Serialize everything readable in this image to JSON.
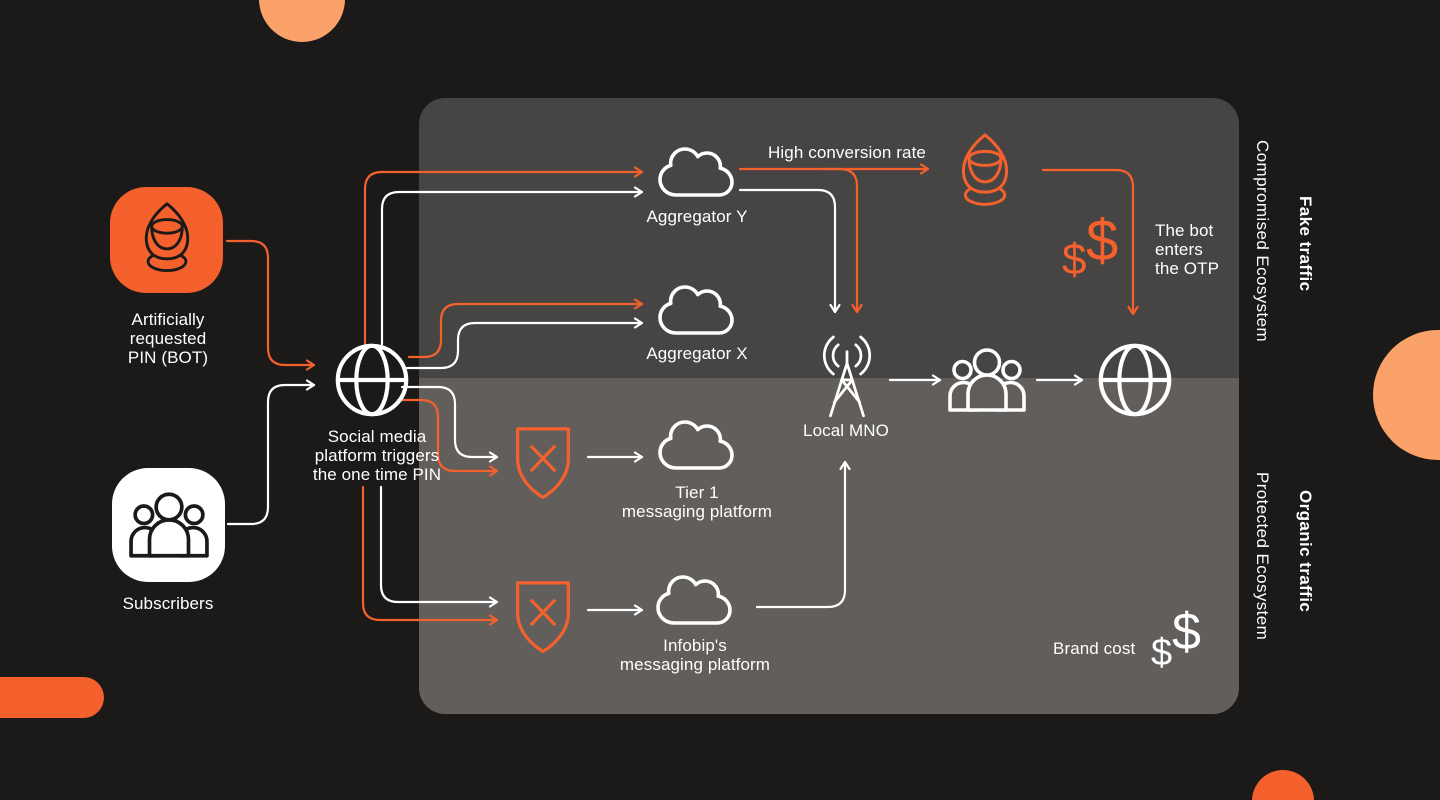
{
  "colors": {
    "background": "#1b1a18",
    "accent_orange": "#f4612c",
    "peach": "#faa26a",
    "panel_top_gray": "#474543",
    "panel_bottom_gray": "#615e5b",
    "line_white": "#ffffff"
  },
  "nodes": {
    "bot_source": {
      "label": "Artificially\nrequested\nPIN (BOT)"
    },
    "subscribers": {
      "label": "Subscribers"
    },
    "social_platform": {
      "label": "Social media\nplatform triggers\nthe one time PIN"
    },
    "aggregator_y": {
      "label": "Aggregator Y"
    },
    "aggregator_x": {
      "label": "Aggregator X"
    },
    "tier1_platform": {
      "label": "Tier 1\nmessaging platform"
    },
    "infobip_platform": {
      "label": "Infobip's\nmessaging platform"
    },
    "local_mno": {
      "label": "Local MNO"
    }
  },
  "annotations": {
    "high_conversion": "High conversion rate",
    "bot_otp": "The bot\nenters\nthe OTP",
    "brand_cost": "Brand cost",
    "dollar": "$"
  },
  "zones": {
    "compromised": "Compromised Ecosystem",
    "fake_traffic": "Fake traffic",
    "protected": "Protected Ecosystem",
    "organic_traffic": "Organic traffic"
  },
  "icons": {
    "hooded-bot-icon": "hooded figure outline",
    "people-icon": "three person group outline",
    "globe-icon": "globe outline",
    "cloud-icon": "cloud outline",
    "shield-block-icon": "shield with X",
    "antenna-icon": "radio mast with signal arcs",
    "dollar-icon": "$"
  }
}
